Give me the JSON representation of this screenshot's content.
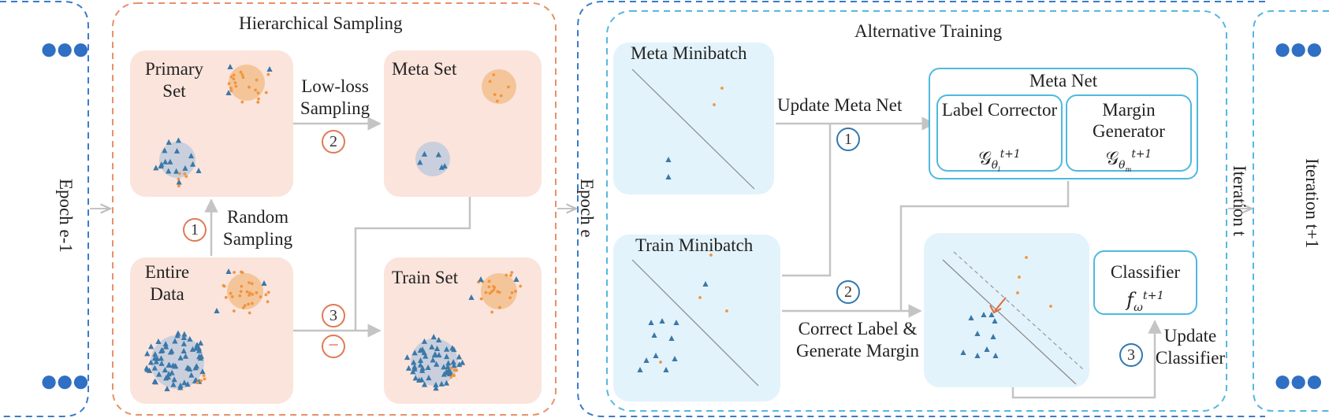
{
  "sections": {
    "hierarchical_sampling": "Hierarchical Sampling",
    "alternative_training": "Alternative Training"
  },
  "side_labels": {
    "epoch_prev": "Epoch e-1",
    "epoch_curr": "Epoch e",
    "iteration_t": "Iteration t",
    "iteration_next": "Iteration t+1"
  },
  "sampling": {
    "primary_set": "Primary Set",
    "meta_set": "Meta Set",
    "entire_data": "Entire Data",
    "train_set": "Train Set",
    "low_loss_sampling": "Low-loss Sampling",
    "random_sampling": "Random Sampling",
    "steps": [
      "1",
      "2",
      "3"
    ],
    "minus_symbol": "−"
  },
  "training": {
    "meta_minibatch": "Meta Minibatch",
    "train_minibatch": "Train Minibatch",
    "update_meta_net": "Update Meta Net",
    "meta_net": "Meta Net",
    "label_corrector": "Label Corrector",
    "label_corrector_symbol": "𝒢",
    "label_corrector_sub": "θ",
    "label_corrector_subsub": "l",
    "label_corrector_sup": "t+1",
    "margin_generator": "Margin Generator",
    "margin_generator_symbol": "𝒢",
    "margin_generator_sub": "θ",
    "margin_generator_subsub": "m",
    "margin_generator_sup": "t+1",
    "correct_label": "Correct Label &",
    "generate_margin": "Generate Margin",
    "classifier": "Classifier",
    "classifier_symbol": "f",
    "classifier_sub": "ω",
    "classifier_sup": "t+1",
    "update_classifier": "Update Classifier",
    "steps": [
      "1",
      "2",
      "3"
    ]
  },
  "colors": {
    "orange_dashed": "#e8906a",
    "blue_dashed": "#3a7bc8",
    "light_blue_dashed": "#55b8e0",
    "salmon_panel": "#fbe4dc",
    "sky_panel": "#e3f3fb",
    "triangle": "#3b78a8",
    "dot": "#f0953f",
    "arrow": "#c9c9c9"
  }
}
